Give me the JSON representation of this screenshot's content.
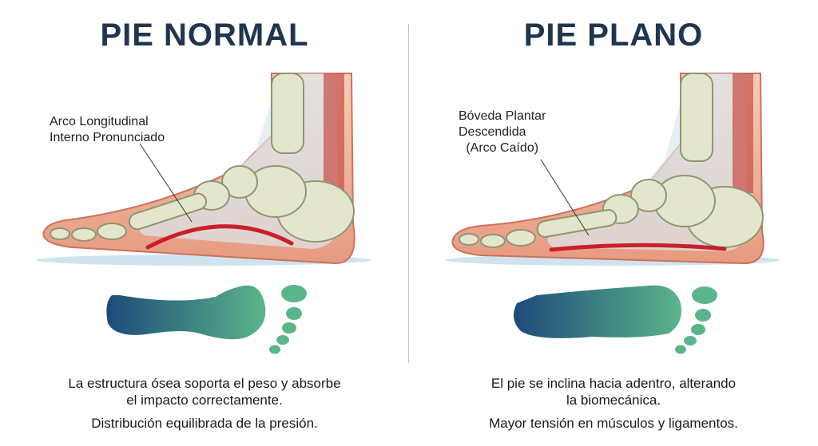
{
  "left": {
    "title": "PIE NORMAL",
    "label_line1": "Arco Longitudinal",
    "label_line2": "Interno Pronunciado",
    "caption_line1": "La estructura ósea soporta el peso y absorbe",
    "caption_line2": "el impacto correctamente.",
    "caption_line3": "Distribución equilibrada de la presión."
  },
  "right": {
    "title": "PIE PLANO",
    "label_line1": "Bóveda Plantar",
    "label_line2": "Descendida",
    "label_line3": "(Arco Caído)",
    "caption_line1": "El pie se inclina hacia adentro, alterando",
    "caption_line2": "la biomecánica.",
    "caption_line3": "Mayor tensión en músculos y ligamentos."
  },
  "colors": {
    "title": "#1f3550",
    "arch": "#c8202a",
    "skin": "#f0b49a",
    "bone": "#e3e6cc",
    "footprint_start": "#1d4a7a",
    "footprint_end": "#5bb58a"
  }
}
